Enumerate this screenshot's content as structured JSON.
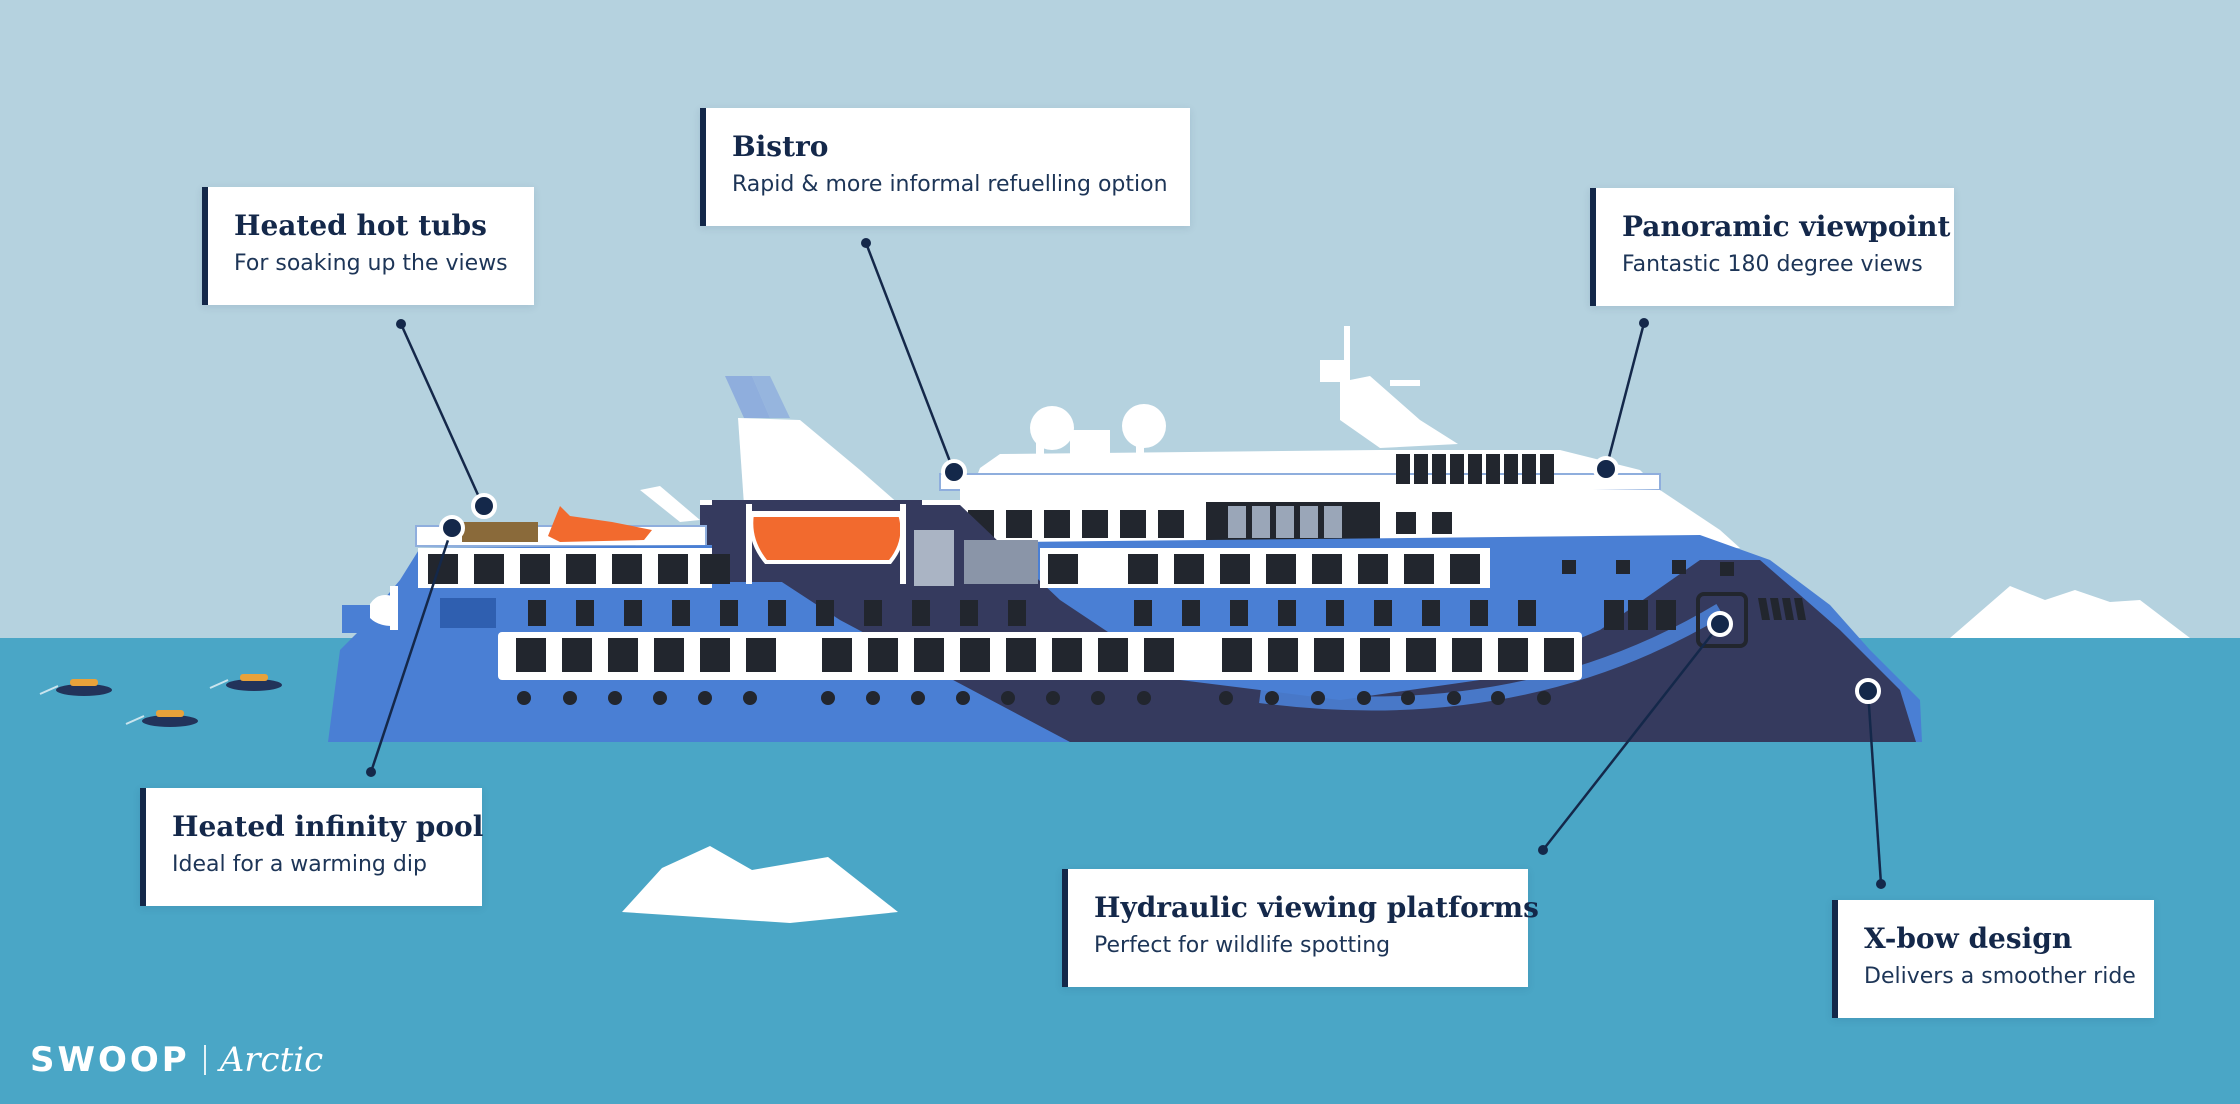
{
  "colors": {
    "sky": "#b5d2df",
    "sea": "#4aa6c6",
    "hull_blue": "#4a7fd4",
    "hull_navy": "#353a5e",
    "callout_accent": "#14284a",
    "lifeboat_orange": "#f26a2e"
  },
  "callouts": [
    {
      "id": "hot-tubs",
      "title": "Heated hot tubs",
      "description": "For soaking up the views"
    },
    {
      "id": "bistro",
      "title": "Bistro",
      "description": "Rapid & more informal refuelling option"
    },
    {
      "id": "viewpoint",
      "title": "Panoramic viewpoint",
      "description": "Fantastic 180 degree views"
    },
    {
      "id": "infinity-pool",
      "title": "Heated infinity pool",
      "description": "Ideal for a warming dip"
    },
    {
      "id": "viewing-platforms",
      "title": "Hydraulic viewing platforms",
      "description": "Perfect for wildlife spotting"
    },
    {
      "id": "x-bow",
      "title": "X-bow design",
      "description": "Delivers a smoother ride"
    }
  ],
  "brand": {
    "name": "SWOOP",
    "sub": "Arctic"
  }
}
